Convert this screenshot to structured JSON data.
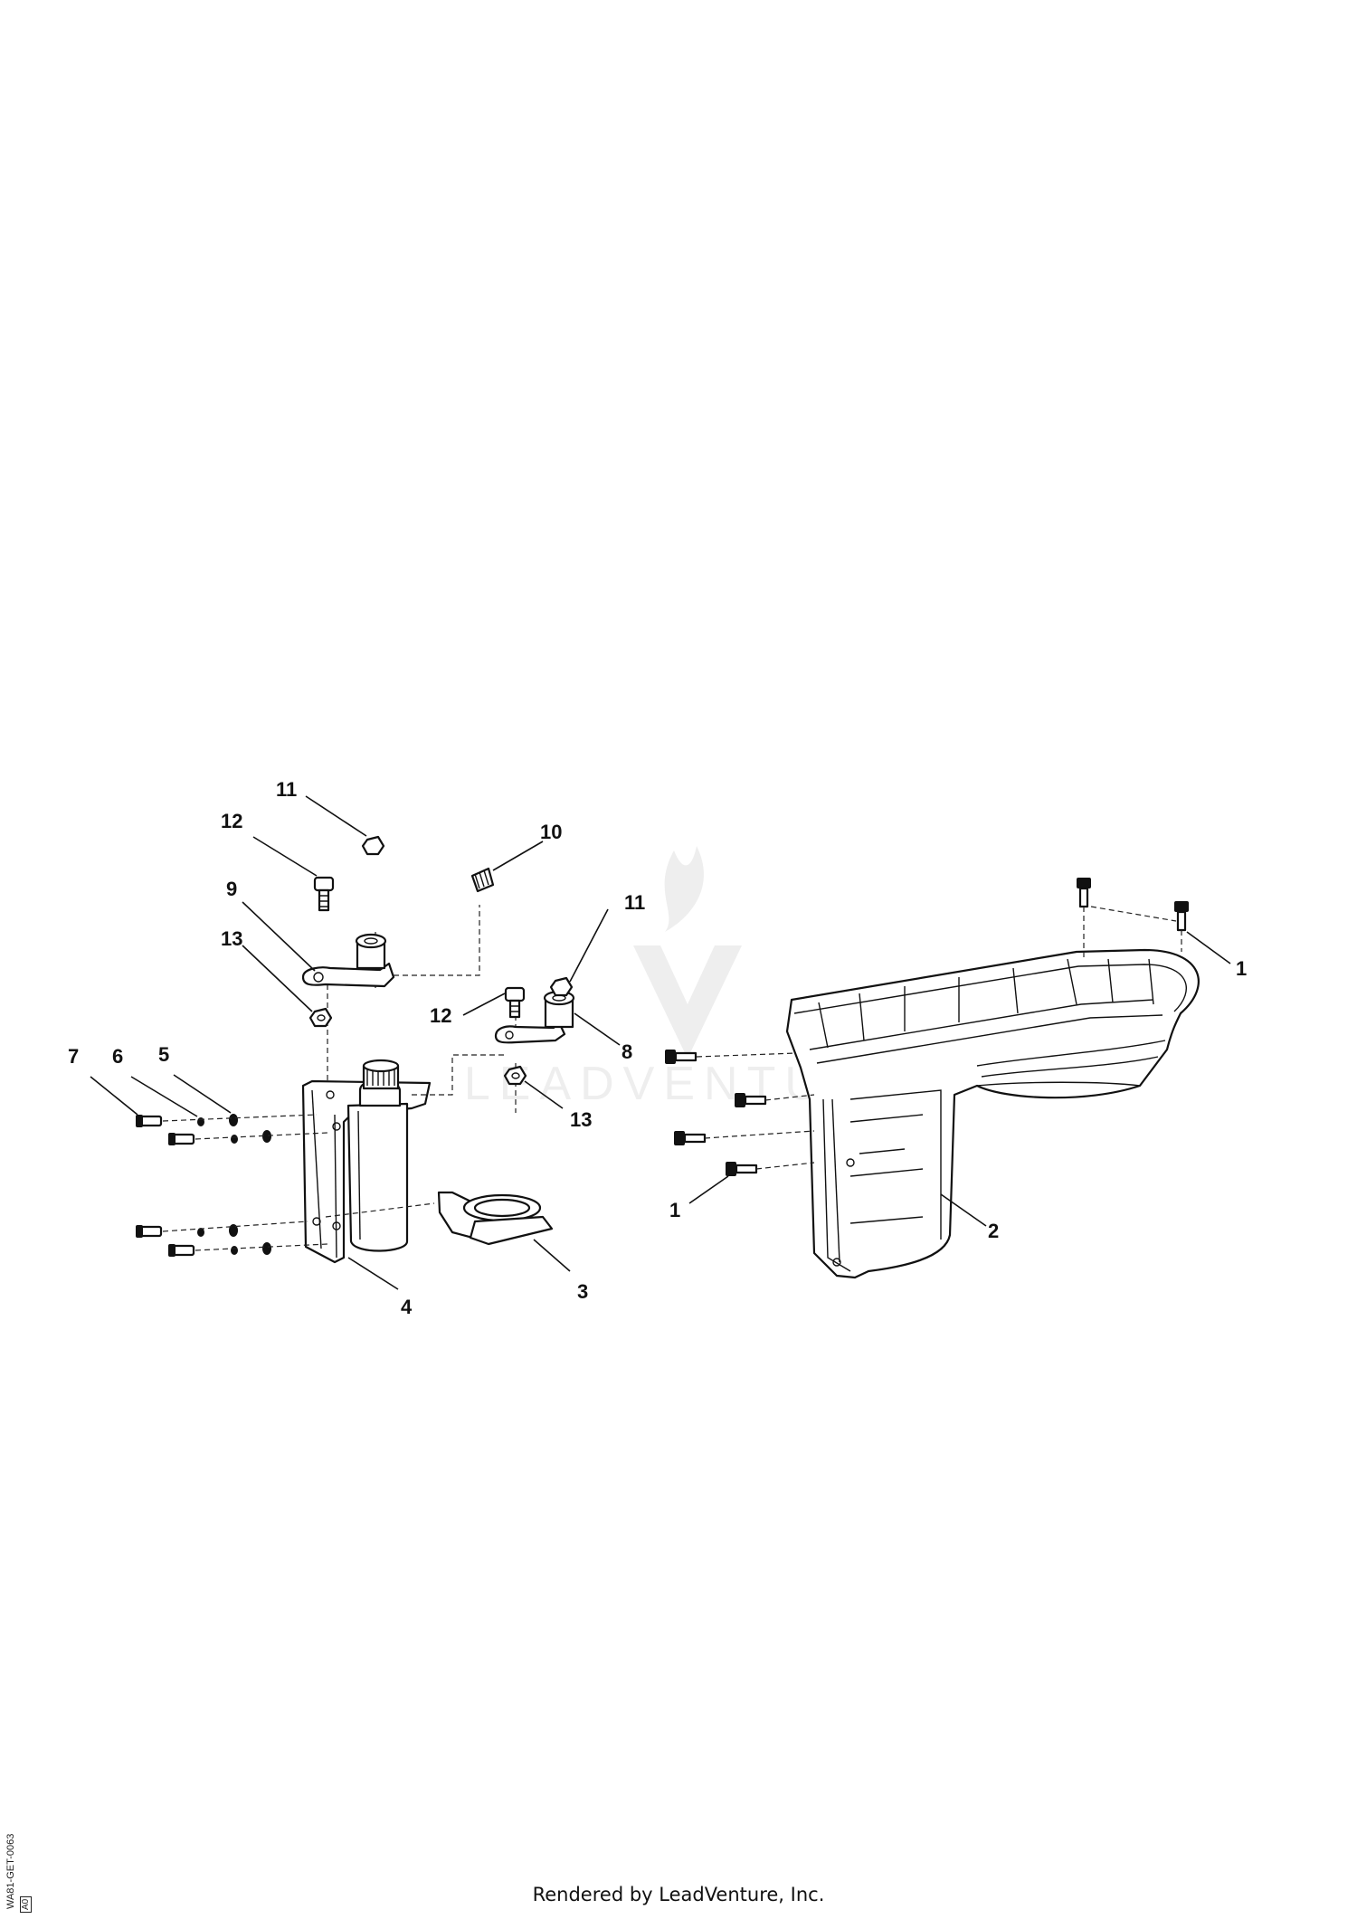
{
  "diagram": {
    "callouts": [
      "1",
      "2",
      "3",
      "4",
      "5",
      "6",
      "7",
      "8",
      "9",
      "10",
      "11",
      "12",
      "13",
      "11",
      "12",
      "13",
      "1"
    ],
    "watermark_text": "LEADVENTURE",
    "colors": {
      "line": "#111111",
      "background": "#ffffff",
      "watermark": "#999999"
    }
  },
  "footer": {
    "rendered_by": "Rendered by LeadVenture, Inc.",
    "drawing_id": "WA81-GET-0063",
    "drawing_code": "A0"
  }
}
